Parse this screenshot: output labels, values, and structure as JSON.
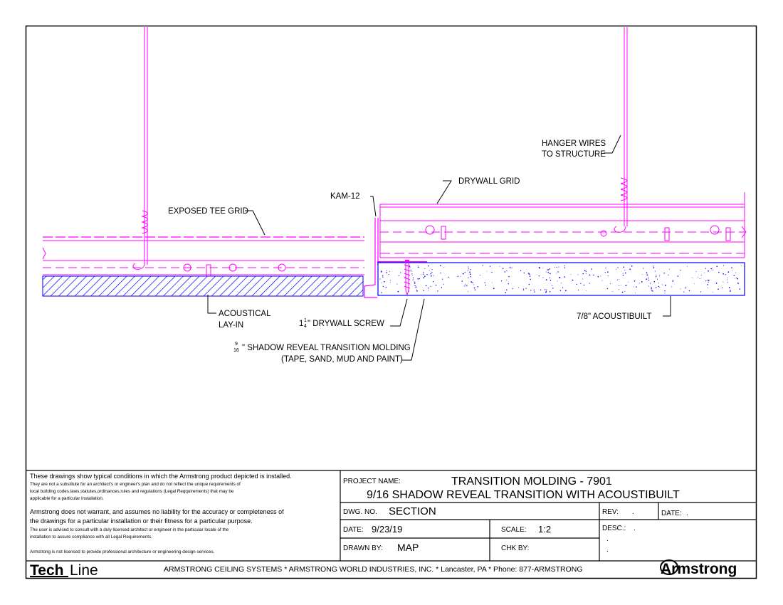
{
  "annotations": {
    "hanger_wires_1": "HANGER WIRES",
    "hanger_wires_2": "TO STRUCTURE",
    "drywall_grid": "DRYWALL GRID",
    "kam12": "KAM-12",
    "exposed_tee_grid": "EXPOSED TEE GRID",
    "acoustical_1": "ACOUSTICAL",
    "acoustical_2": "LAY-IN",
    "drywall_screw_whole": "1",
    "drywall_screw_num": "1",
    "drywall_screw_den": "4",
    "drywall_screw_text": "\" DRYWALL SCREW",
    "acoustibuilt": "7/8\" ACOUSTIBUILT",
    "shadow_num": "9",
    "shadow_den": "16",
    "shadow_1": "\" SHADOW REVEAL TRANSITION MOLDING",
    "shadow_2": "(TAPE, SAND, MUD AND PAINT)"
  },
  "disclaimer": {
    "p1": "These drawings show typical conditions in which the Armstrong product depicted is installed.",
    "p2": "They are not a substitute for an architect's or engineer's plan and do not reflect the unique requirements of",
    "p3": "local building codes,laws,statutes,ordinances,rules and regulations (Legal Reqquirements) that may be",
    "p4": "applicable for a particular installation.",
    "p5": "Armstrong does not warrant, and assumes no liability for the accuracy or completeness of",
    "p6": "the drawings for a particular installation or their fitness for a particular purpose.",
    "p7": "The user is  advised to consult with a duly licensed architect or engineer in the particular locale of the",
    "p8": "installation to assure  compliance with all Legal Requirements.",
    "p9": "Armstrong is not licensed to provide professional architecture or engineering design services."
  },
  "title_block": {
    "project_label": "PROJECT NAME:",
    "project_line1": "TRANSITION MOLDING - 7901",
    "project_line2": "9/16 SHADOW REVEAL TRANSITION WITH ACOUSTIBUILT",
    "dwg_label": "DWG. NO.",
    "dwg_value": "SECTION",
    "rev_label": "REV:",
    "rev_value": ".",
    "date_label_right": "DATE:",
    "date_value_right": ".",
    "date_label": "DATE:",
    "date_value": "9/23/19",
    "scale_label": "SCALE:",
    "scale_value": "1:2",
    "desc_label": "DESC.:",
    "desc_value1": ".",
    "desc_value2": ".",
    "desc_value3": ".",
    "drawn_label": "DRAWN BY:",
    "drawn_value": "MAP",
    "chk_label": "CHK BY:",
    "chk_value": ""
  },
  "footer": {
    "logo_left_a": "Tech",
    "logo_left_b": "Line",
    "company_line": "ARMSTRONG CEILING SYSTEMS * ARMSTRONG WORLD INDUSTRIES, INC. * Lancaster, PA * Phone: 877-ARMSTRONG",
    "logo_right": "Armstrong"
  },
  "colors": {
    "magenta": "#ff00ff",
    "blue": "#0000ff",
    "black": "#000000"
  }
}
